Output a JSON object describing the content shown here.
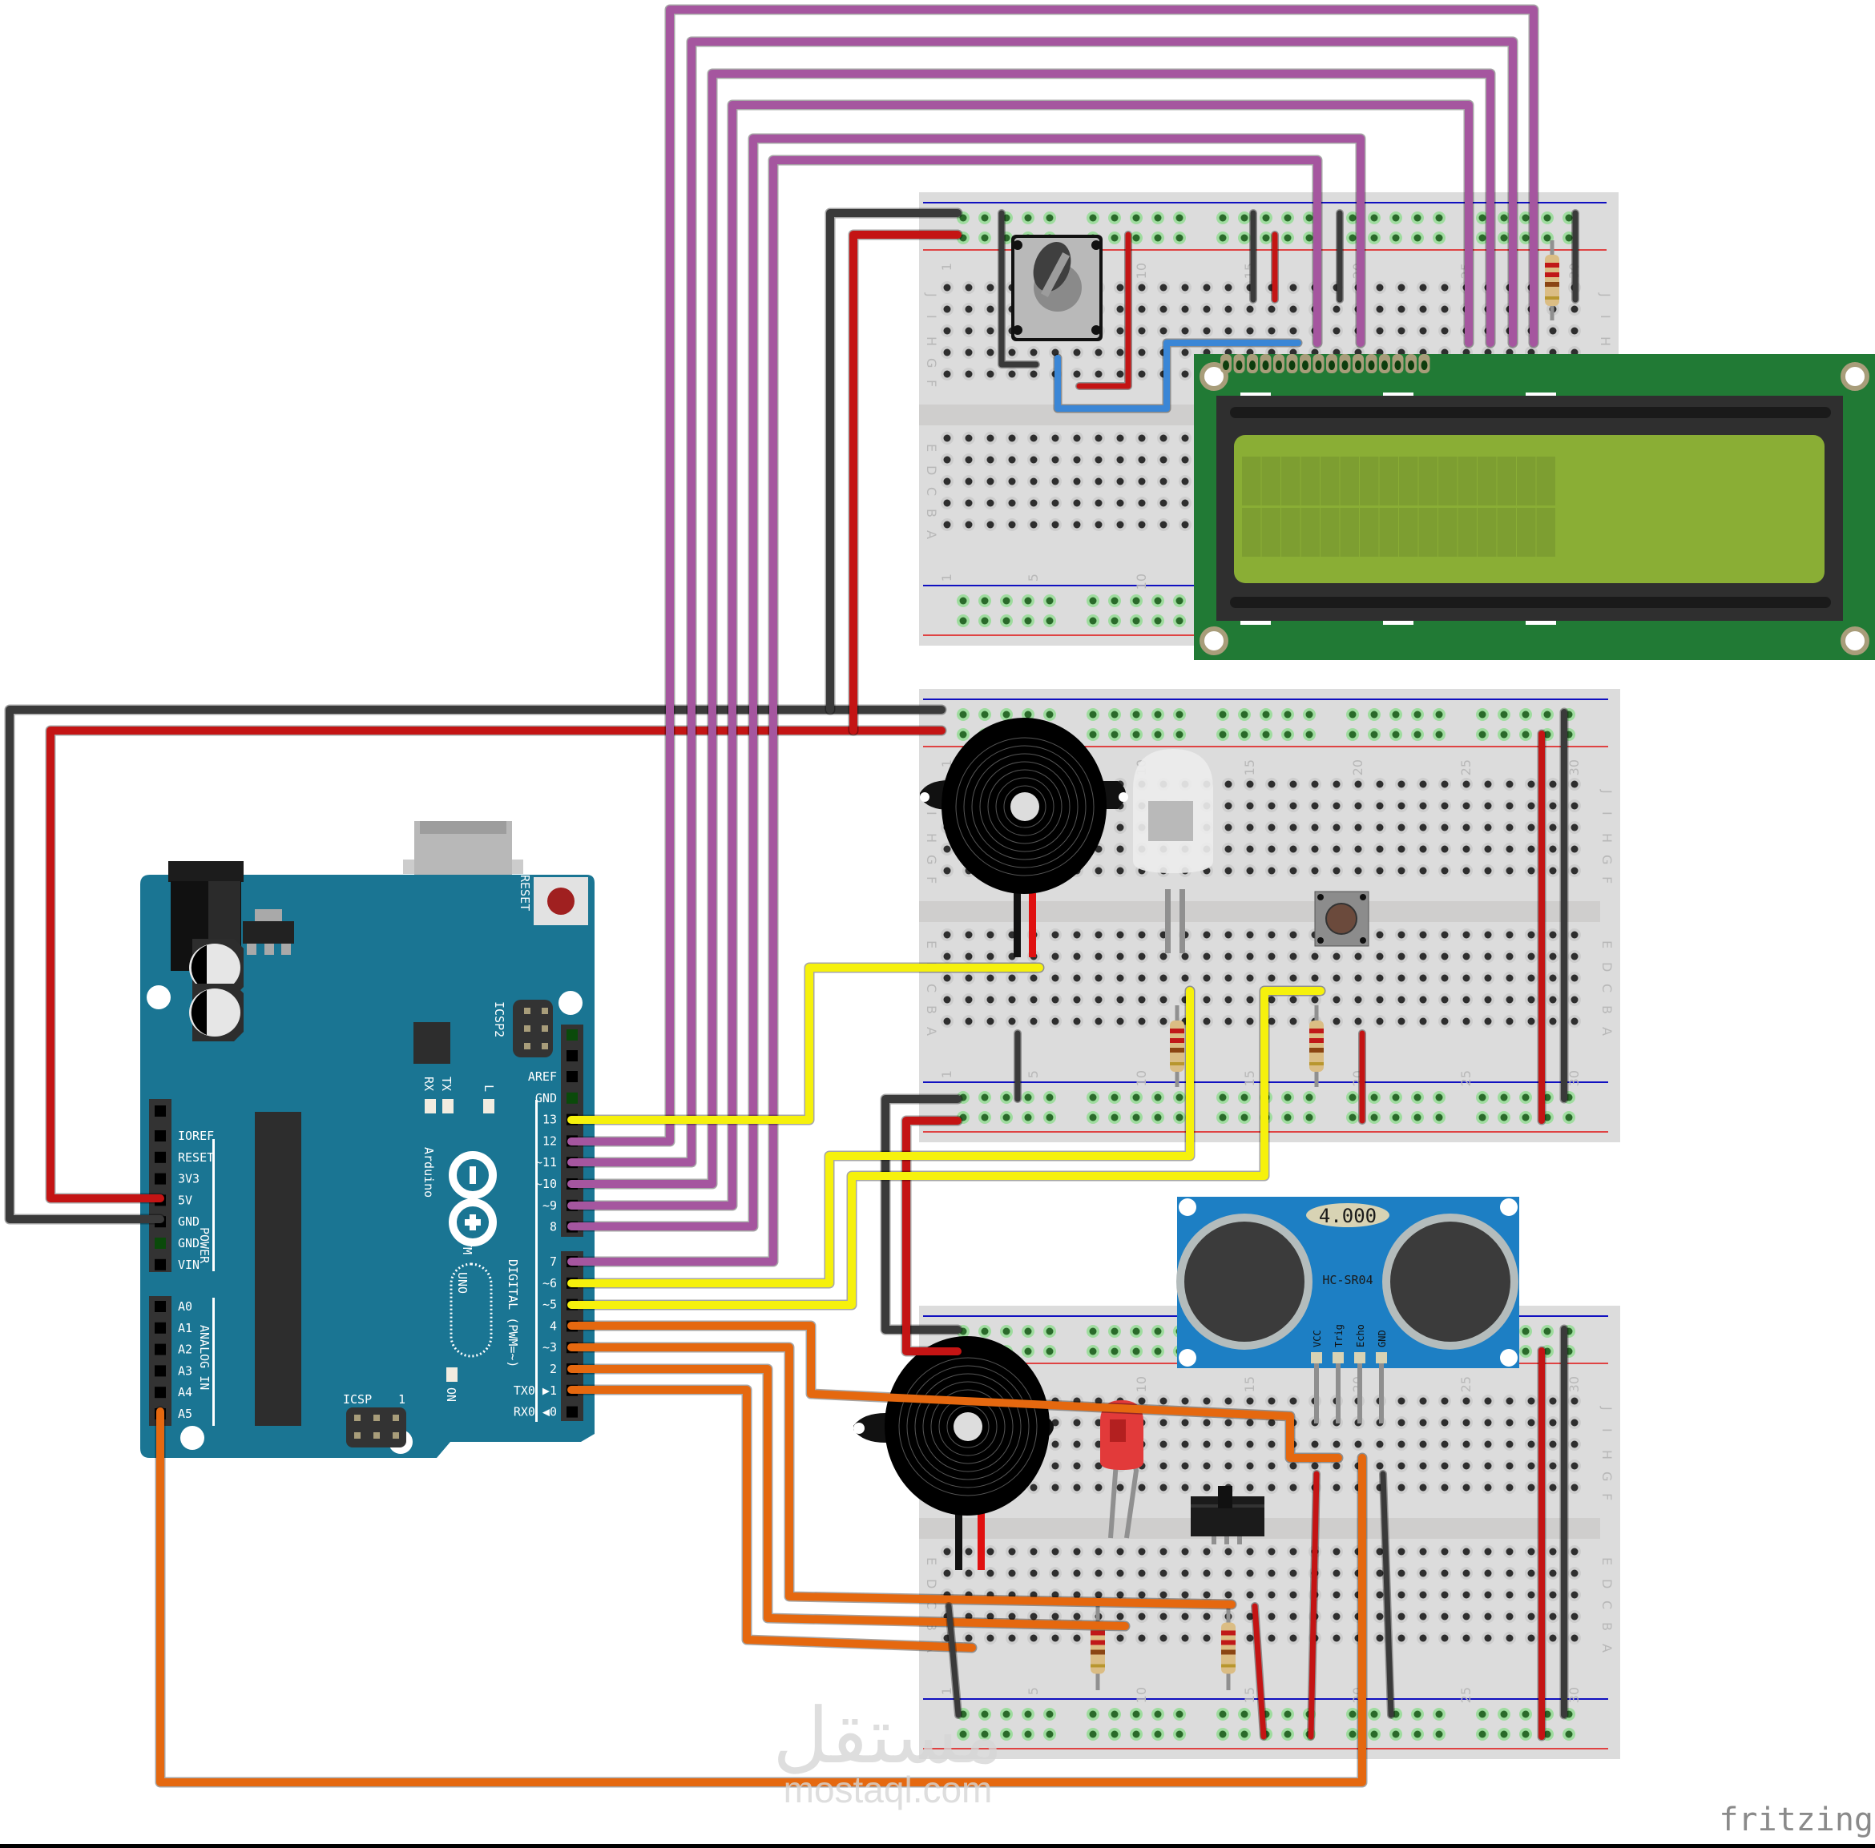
{
  "diagram": {
    "tool_logo": "fritzing",
    "watermark": {
      "arabic": "مستقل",
      "url": "mostaql.com"
    },
    "colors": {
      "wire_purple": "#a5569f",
      "wire_yellow": "#f6f10c",
      "wire_orange": "#e5680f",
      "wire_red": "#c41414",
      "wire_black": "#3a3a3a",
      "wire_blue": "#3a86d6",
      "arduino_board": "#1a7593",
      "lcd_pcb": "#217a35",
      "lcd_screen": "#8aae35",
      "sensor_pcb": "#1d7fc4",
      "breadboard": "#dcdcdc"
    }
  },
  "arduino": {
    "model_label": "UNO",
    "brand_label": "Arduino",
    "trademark": "TM",
    "reset_label": "RESET",
    "icsp2_label": "ICSP2",
    "icsp_label": "ICSP",
    "icsp_pin1": "1",
    "on_label": "ON",
    "led_labels": [
      "RX",
      "TX",
      "L"
    ],
    "digital_label": "DIGITAL (PWM=~)",
    "power_label": "POWER",
    "analog_label": "ANALOG IN",
    "power_pins": [
      "IOREF",
      "RESET",
      "3V3",
      "5V",
      "GND",
      "GND",
      "VIN"
    ],
    "analog_pins": [
      "A0",
      "A1",
      "A2",
      "A3",
      "A4",
      "A5"
    ],
    "digital_pins_top": [
      "AREF",
      "GND",
      "13",
      "12",
      "~11",
      "~10",
      "~9",
      "8"
    ],
    "digital_pins_bottom": [
      "7",
      "~6",
      "~5",
      "4",
      "~3",
      "2",
      "TX0 ▶1",
      "RX0 ◀0"
    ]
  },
  "lcd": {
    "columns": 16,
    "rows": 2,
    "pin_count": 16
  },
  "sensor": {
    "display_value": "4.000",
    "model": "HC-SR04",
    "pins": [
      "VCC",
      "Trig",
      "Echo",
      "GND"
    ]
  },
  "breadboards": {
    "row_letters_top": [
      "J",
      "I",
      "H",
      "G",
      "F"
    ],
    "row_letters_bottom": [
      "E",
      "D",
      "C",
      "B",
      "A"
    ],
    "column_numbers": [
      "1",
      "5",
      "10",
      "15",
      "20",
      "25",
      "30"
    ]
  },
  "components": {
    "potentiometer": "rotary potentiometer",
    "buzzers": 2,
    "leds": [
      "white LED",
      "red LED"
    ],
    "pushbutton": "tactile pushbutton",
    "slide_switch": "slide switch",
    "resistors": 5
  }
}
